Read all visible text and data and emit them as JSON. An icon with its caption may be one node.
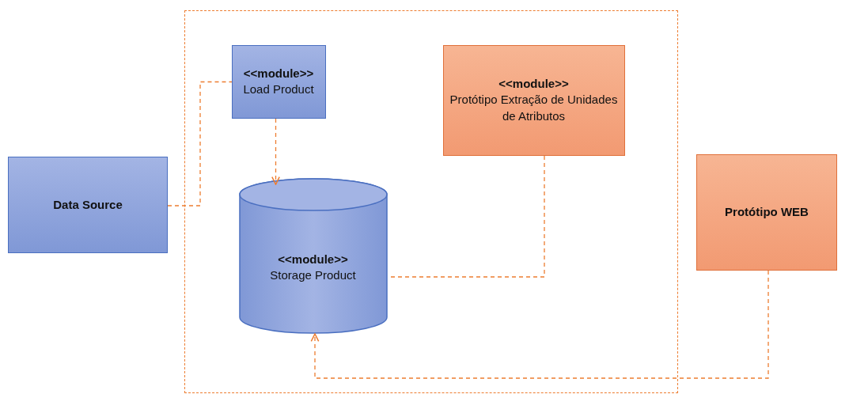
{
  "diagram": {
    "nodes": [
      {
        "text": [],
        "shape": "box"
      },
      {
        "text": [
          "<<module>>",
          "Load Product"
        ],
        "in": 0
      },
      {
        "text": [
          "<<module>>",
          "Protótipo Extração de Unidades de Atributos"
        ],
        "in": 0
      },
      {
        "text": [
          "Data Source"
        ]
      },
      {
        "text": [
          "<<module>>",
          "Storage Product"
        ],
        "in": 0
      },
      {
        "text": [
          "Protótipo WEB"
        ]
      }
    ],
    "edges": [
      {
        "from": 3,
        "to": 1,
        "arrow": "none",
        "style": "dashed"
      },
      {
        "from": 1,
        "to": 4,
        "arrow": "to",
        "style": "dashed"
      },
      {
        "from": 2,
        "to": 4,
        "arrow": "none",
        "style": "dashed"
      },
      {
        "from": 5,
        "to": 4,
        "arrow": "to",
        "style": "dashed"
      }
    ]
  }
}
